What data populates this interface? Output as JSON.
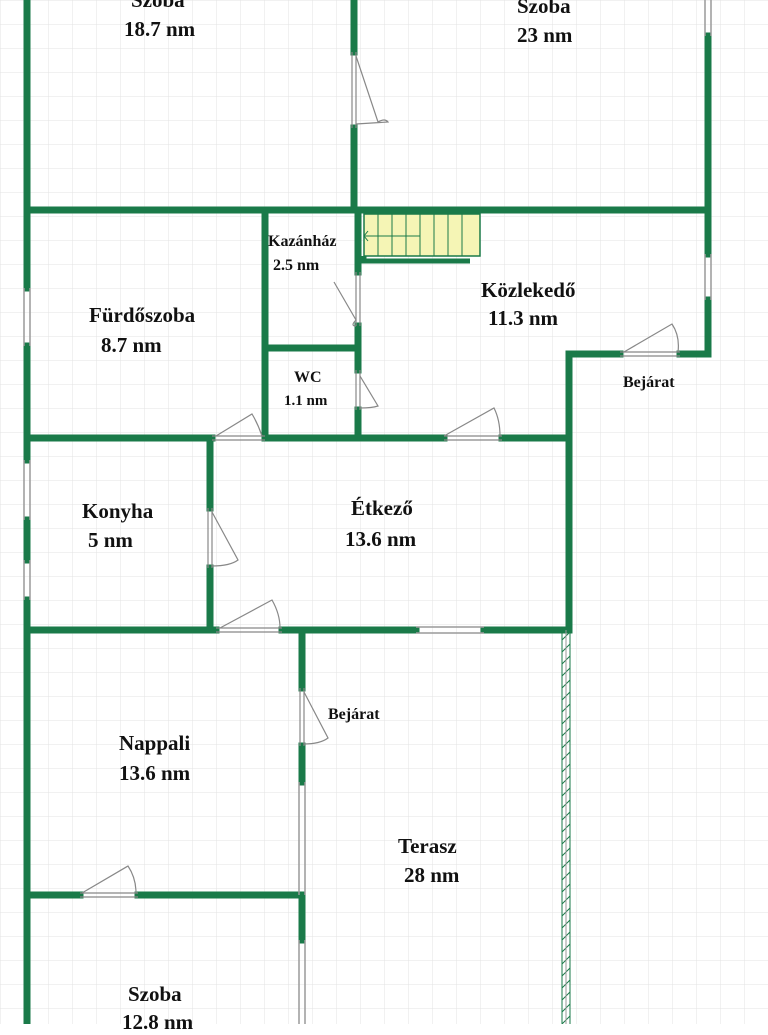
{
  "colors": {
    "wall": "#1a7a49",
    "grid": "#e3e3e3",
    "window": "#9a9a9a",
    "text": "#111111",
    "stairs": "#f5f5b5"
  },
  "rooms": {
    "szoba_1": {
      "name": "Szoba",
      "area": "18.7 nm"
    },
    "szoba_2": {
      "name": "Szoba",
      "area": "23 nm"
    },
    "kazanhaz": {
      "name": "Kazánház",
      "area": "2.5 nm"
    },
    "kozlekedo": {
      "name": "Közlekedő",
      "area": "11.3 nm"
    },
    "furdoszoba": {
      "name": "Fürdőszoba",
      "area": "8.7 nm"
    },
    "wc": {
      "name": "WC",
      "area": "1.1 nm"
    },
    "konyha": {
      "name": "Konyha",
      "area": "5 nm"
    },
    "etkezo": {
      "name": "Étkező",
      "area": "13.6 nm"
    },
    "nappali": {
      "name": "Nappali",
      "area": "13.6 nm"
    },
    "terasz": {
      "name": "Terasz",
      "area": "28 nm"
    },
    "szoba_3": {
      "name": "Szoba",
      "area": "12.8 nm"
    }
  },
  "entrances": {
    "entrance_1": "Bejárat",
    "entrance_2": "Bejárat"
  },
  "icons": [
    "door-swing-icon",
    "window-icon",
    "stairs-icon"
  ]
}
